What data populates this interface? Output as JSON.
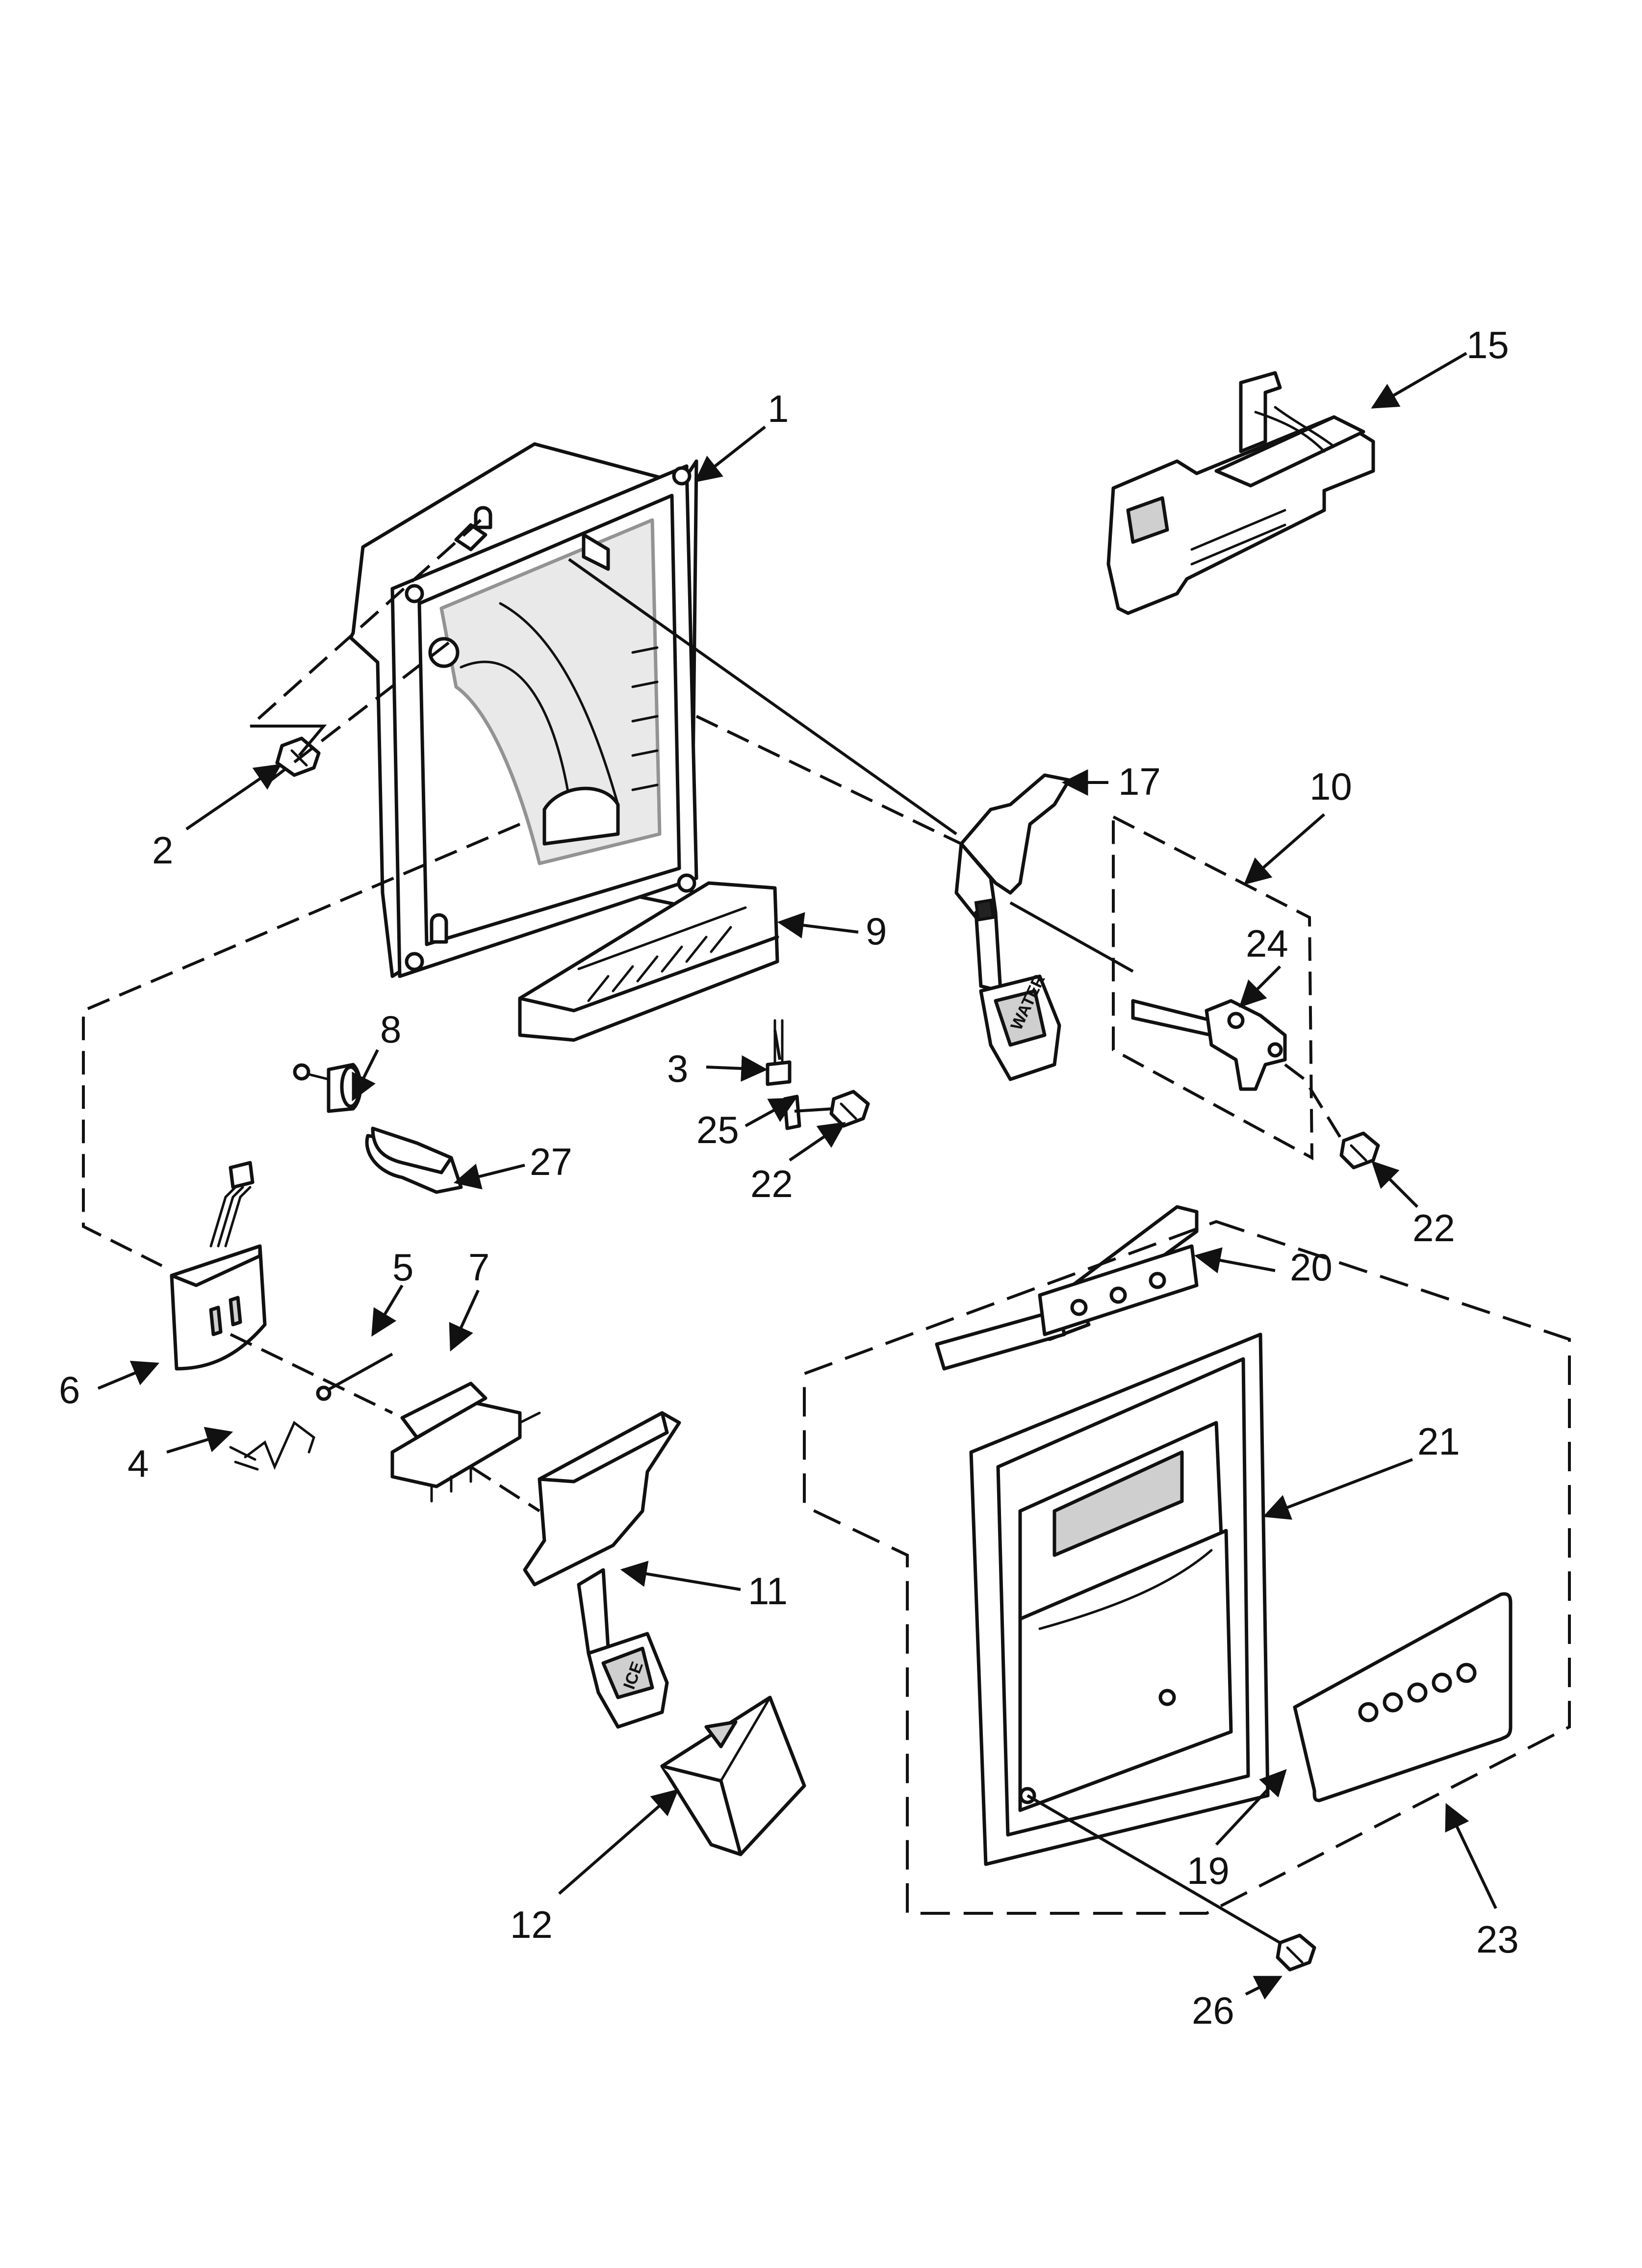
{
  "diagram": {
    "callouts": [
      {
        "id": "c1",
        "label": "1"
      },
      {
        "id": "c2",
        "label": "2"
      },
      {
        "id": "c3",
        "label": "3"
      },
      {
        "id": "c4",
        "label": "4"
      },
      {
        "id": "c5",
        "label": "5"
      },
      {
        "id": "c6",
        "label": "6"
      },
      {
        "id": "c7",
        "label": "7"
      },
      {
        "id": "c8",
        "label": "8"
      },
      {
        "id": "c9",
        "label": "9"
      },
      {
        "id": "c10",
        "label": "10"
      },
      {
        "id": "c11",
        "label": "11"
      },
      {
        "id": "c12",
        "label": "12"
      },
      {
        "id": "c15",
        "label": "15"
      },
      {
        "id": "c17",
        "label": "17"
      },
      {
        "id": "c19",
        "label": "19"
      },
      {
        "id": "c20",
        "label": "20"
      },
      {
        "id": "c21",
        "label": "21"
      },
      {
        "id": "c22a",
        "label": "22"
      },
      {
        "id": "c22b",
        "label": "22"
      },
      {
        "id": "c23",
        "label": "23"
      },
      {
        "id": "c24",
        "label": "24"
      },
      {
        "id": "c25",
        "label": "25"
      },
      {
        "id": "c26",
        "label": "26"
      },
      {
        "id": "c27",
        "label": "27"
      }
    ],
    "pedal_labels": {
      "water": "WATER",
      "ice": "ICE"
    }
  }
}
